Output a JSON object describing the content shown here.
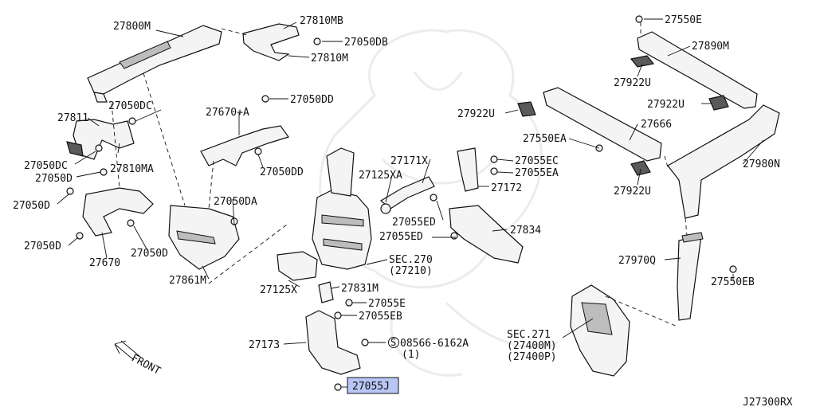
{
  "labels": {
    "p27800M": "27800M",
    "p27810MB": "27810MB",
    "p27050DB": "27050DB",
    "p27810M": "27810M",
    "p27550E": "27550E",
    "p27890M": "27890M",
    "p27922U_a": "27922U",
    "p27922U_b": "27922U",
    "p27922U_c": "27922U",
    "p27922U_d": "27922U",
    "p27050DC_a": "27050DC",
    "p27811": "27811",
    "p27050DC_b": "27050DC",
    "p27810MA": "27810MA",
    "p27050D_a": "27050D",
    "p27050D_b": "27050D",
    "p27050D_c": "27050D",
    "p27050D_d": "27050D",
    "p27670": "27670",
    "p27670A": "27670+A",
    "p27050DD_a": "27050DD",
    "p27050DD_b": "27050DD",
    "p27050DA": "27050DA",
    "p27861M": "27861M",
    "p27171X": "27171X",
    "p27125XA": "27125XA",
    "p27055EC": "27055EC",
    "p27055EA": "27055EA",
    "p27172": "27172",
    "p27550EA": "27550EA",
    "p27666": "27666",
    "p27980N": "27980N",
    "p27055ED_a": "27055ED",
    "p27055ED_b": "27055ED",
    "p27834": "27834",
    "sec270_a": "SEC.270",
    "sec270_b": "(27210)",
    "p27125X": "27125X",
    "p27831M": "27831M",
    "p27055E": "27055E",
    "p27055EB": "27055EB",
    "p27173": "27173",
    "p08566": "08566-6162A",
    "p08566_qty": "(1)",
    "p08566_sym": "S",
    "p27055J": "27055J",
    "sec271_a": "SEC.271",
    "sec271_b": "(27400M)",
    "sec271_c": "(27400P)",
    "p27970Q": "27970Q",
    "p27550EB": "27550EB",
    "front": "FRONT",
    "diagram_id": "J27300RX"
  },
  "colors": {
    "highlight": "#b9c6f5",
    "line": "#111111"
  }
}
